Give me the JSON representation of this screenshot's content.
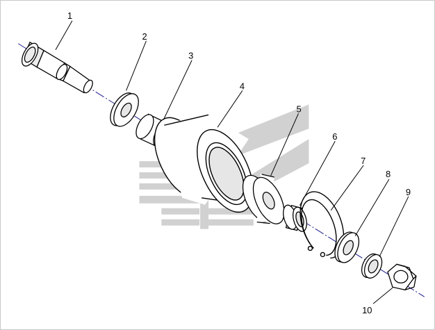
{
  "diagram": {
    "colors": {
      "line": "#000000",
      "axis": "#1a1a8c",
      "part_fill": "#ffffff",
      "bore_shade": "#e6e6e6",
      "watermark": "#c9c9c9"
    },
    "callouts": [
      {
        "number": "1",
        "part": "axle-pin"
      },
      {
        "number": "2",
        "part": "thin-washer"
      },
      {
        "number": "3",
        "part": "spacer-bushing"
      },
      {
        "number": "4",
        "part": "roller-wheel"
      },
      {
        "number": "5",
        "part": "bearing-disc"
      },
      {
        "number": "6",
        "part": "small-bushing"
      },
      {
        "number": "7",
        "part": "snap-ring"
      },
      {
        "number": "8",
        "part": "flat-washer"
      },
      {
        "number": "9",
        "part": "lock-washer"
      },
      {
        "number": "10",
        "part": "hex-nut"
      }
    ]
  }
}
